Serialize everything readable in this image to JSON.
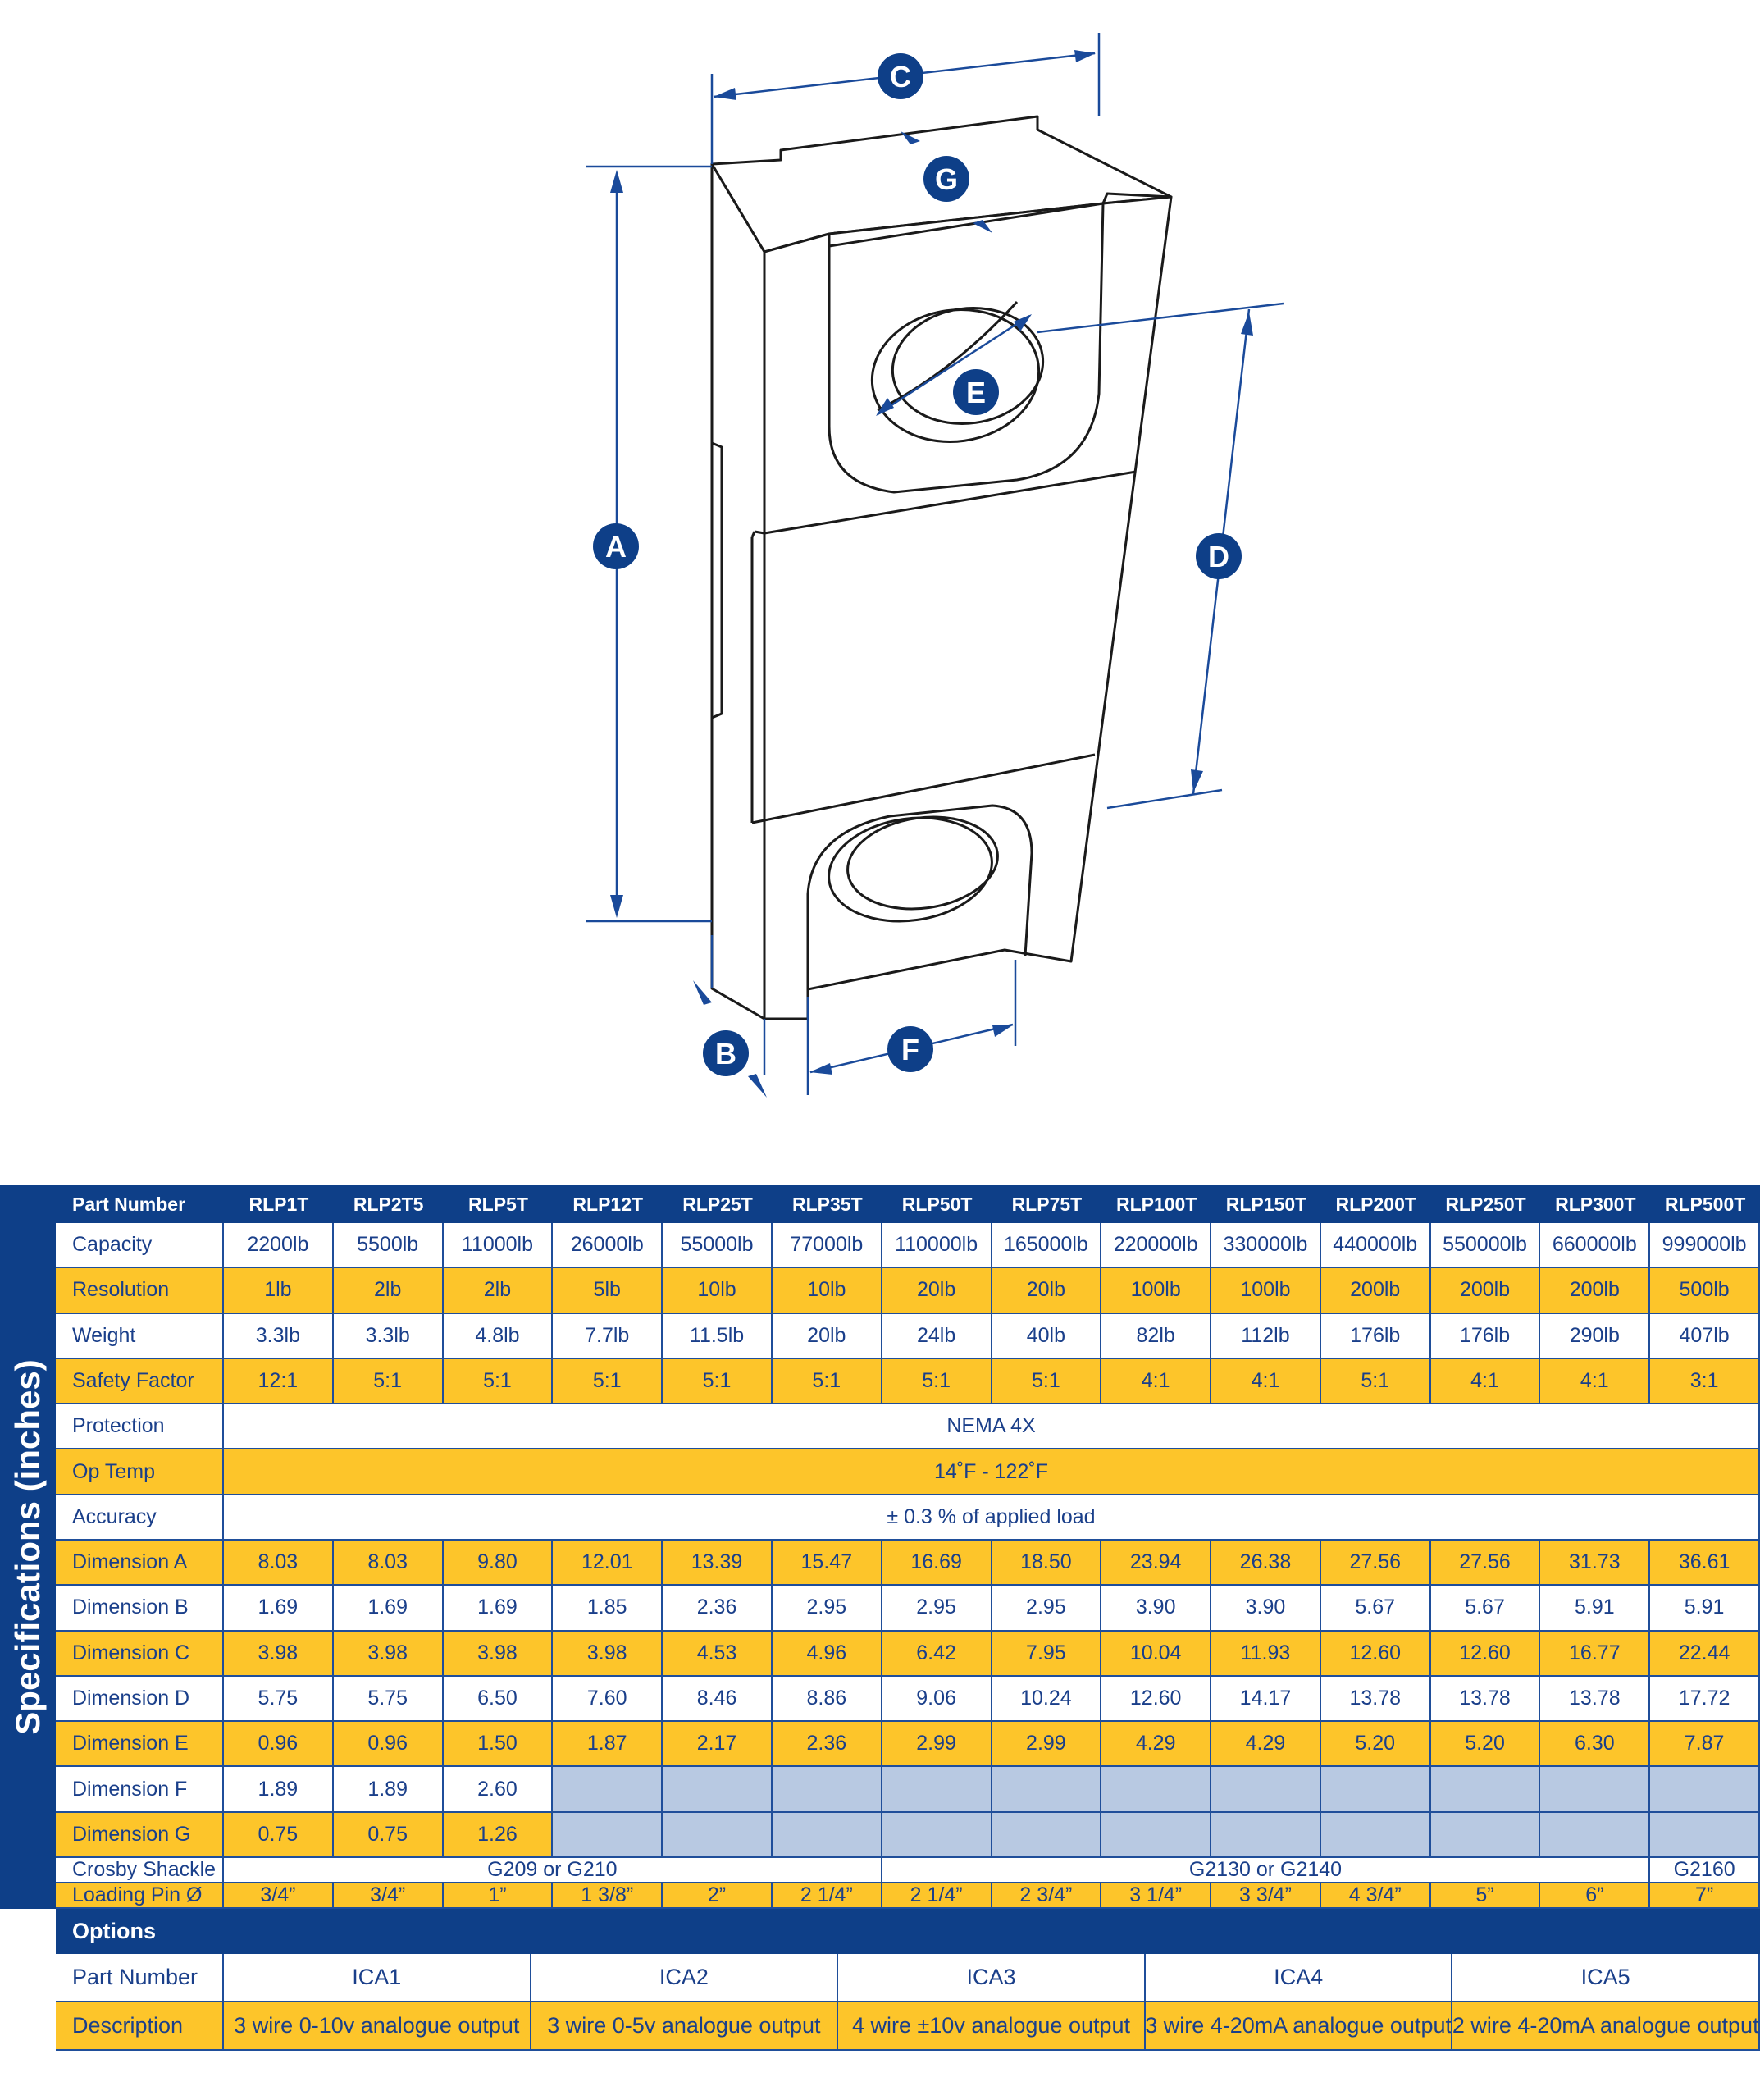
{
  "diagram": {
    "labels": [
      "A",
      "B",
      "C",
      "D",
      "E",
      "F",
      "G"
    ],
    "line_color": "#1a4a9a",
    "badge_color": "#0e3f88"
  },
  "specs": {
    "side_title": "Specifications (inches)",
    "header": {
      "label": "Part Number",
      "parts": [
        "RLP1T",
        "RLP2T5",
        "RLP5T",
        "RLP12T",
        "RLP25T",
        "RLP35T",
        "RLP50T",
        "RLP75T",
        "RLP100T",
        "RLP150T",
        "RLP200T",
        "RLP250T",
        "RLP300T",
        "RLP500T"
      ]
    },
    "rows": [
      {
        "label": "Capacity",
        "values": [
          "2200lb",
          "5500lb",
          "11000lb",
          "26000lb",
          "55000lb",
          "77000lb",
          "110000lb",
          "165000lb",
          "220000lb",
          "330000lb",
          "440000lb",
          "550000lb",
          "660000lb",
          "999000lb"
        ]
      },
      {
        "label": "Resolution",
        "values": [
          "1lb",
          "2lb",
          "2lb",
          "5lb",
          "10lb",
          "10lb",
          "20lb",
          "20lb",
          "100lb",
          "100lb",
          "200lb",
          "200lb",
          "200lb",
          "500lb"
        ]
      },
      {
        "label": "Weight",
        "values": [
          "3.3lb",
          "3.3lb",
          "4.8lb",
          "7.7lb",
          "11.5lb",
          "20lb",
          "24lb",
          "40lb",
          "82lb",
          "112lb",
          "176lb",
          "176lb",
          "290lb",
          "407lb"
        ]
      },
      {
        "label": "Safety Factor",
        "values": [
          "12:1",
          "5:1",
          "5:1",
          "5:1",
          "5:1",
          "5:1",
          "5:1",
          "5:1",
          "4:1",
          "4:1",
          "5:1",
          "4:1",
          "4:1",
          "3:1"
        ]
      },
      {
        "label": "Protection",
        "merged": "NEMA 4X"
      },
      {
        "label": "Op Temp",
        "merged": "14˚F - 122˚F"
      },
      {
        "label": "Accuracy",
        "merged": "± 0.3 %  of applied load"
      },
      {
        "label": "Dimension A",
        "values": [
          "8.03",
          "8.03",
          "9.80",
          "12.01",
          "13.39",
          "15.47",
          "16.69",
          "18.50",
          "23.94",
          "26.38",
          "27.56",
          "27.56",
          "31.73",
          "36.61"
        ]
      },
      {
        "label": "Dimension B",
        "values": [
          "1.69",
          "1.69",
          "1.69",
          "1.85",
          "2.36",
          "2.95",
          "2.95",
          "2.95",
          "3.90",
          "3.90",
          "5.67",
          "5.67",
          "5.91",
          "5.91"
        ]
      },
      {
        "label": "Dimension C",
        "values": [
          "3.98",
          "3.98",
          "3.98",
          "3.98",
          "4.53",
          "4.96",
          "6.42",
          "7.95",
          "10.04",
          "11.93",
          "12.60",
          "12.60",
          "16.77",
          "22.44"
        ]
      },
      {
        "label": "Dimension D",
        "values": [
          "5.75",
          "5.75",
          "6.50",
          "7.60",
          "8.46",
          "8.86",
          "9.06",
          "10.24",
          "12.60",
          "14.17",
          "13.78",
          "13.78",
          "13.78",
          "17.72"
        ]
      },
      {
        "label": "Dimension E",
        "values": [
          "0.96",
          "0.96",
          "1.50",
          "1.87",
          "2.17",
          "2.36",
          "2.99",
          "2.99",
          "4.29",
          "4.29",
          "5.20",
          "5.20",
          "6.30",
          "7.87"
        ]
      },
      {
        "label": "Dimension F",
        "values": [
          "1.89",
          "1.89",
          "2.60",
          "",
          "",
          "",
          "",
          "",
          "",
          "",
          "",
          "",
          "",
          ""
        ]
      },
      {
        "label": "Dimension G",
        "values": [
          "0.75",
          "0.75",
          "1.26",
          "",
          "",
          "",
          "",
          "",
          "",
          "",
          "",
          "",
          "",
          ""
        ]
      },
      {
        "label": "Crosby Shackle",
        "groups": [
          {
            "text": "G209 or G210",
            "span": 6
          },
          {
            "text": "G2130 or G2140",
            "span": 7
          },
          {
            "text": "G2160",
            "span": 1
          }
        ]
      },
      {
        "label": "Loading Pin Ø",
        "values": [
          "3/4”",
          "3/4”",
          "1”",
          "1 3/8”",
          "2”",
          "2 1/4”",
          "2 1/4”",
          "2 3/4”",
          "3 1/4”",
          "3 3/4”",
          "4 3/4”",
          "5”",
          "6”",
          "7”"
        ]
      }
    ]
  },
  "options": {
    "title": "Options",
    "part_label": "Part Number",
    "desc_label": "Description",
    "parts": [
      "ICA1",
      "ICA2",
      "ICA3",
      "ICA4",
      "ICA5"
    ],
    "descriptions": [
      "3 wire 0-10v analogue output",
      "3 wire 0-5v analogue output",
      "4 wire ±10v analogue output",
      "3 wire 4-20mA analogue output",
      "2 wire 4-20mA analogue output"
    ]
  },
  "colors": {
    "navy": "#0e3f88",
    "yellow": "#fdc52a",
    "grey_blue": "#b8c9e2",
    "text_blue": "#1a3f8a"
  }
}
